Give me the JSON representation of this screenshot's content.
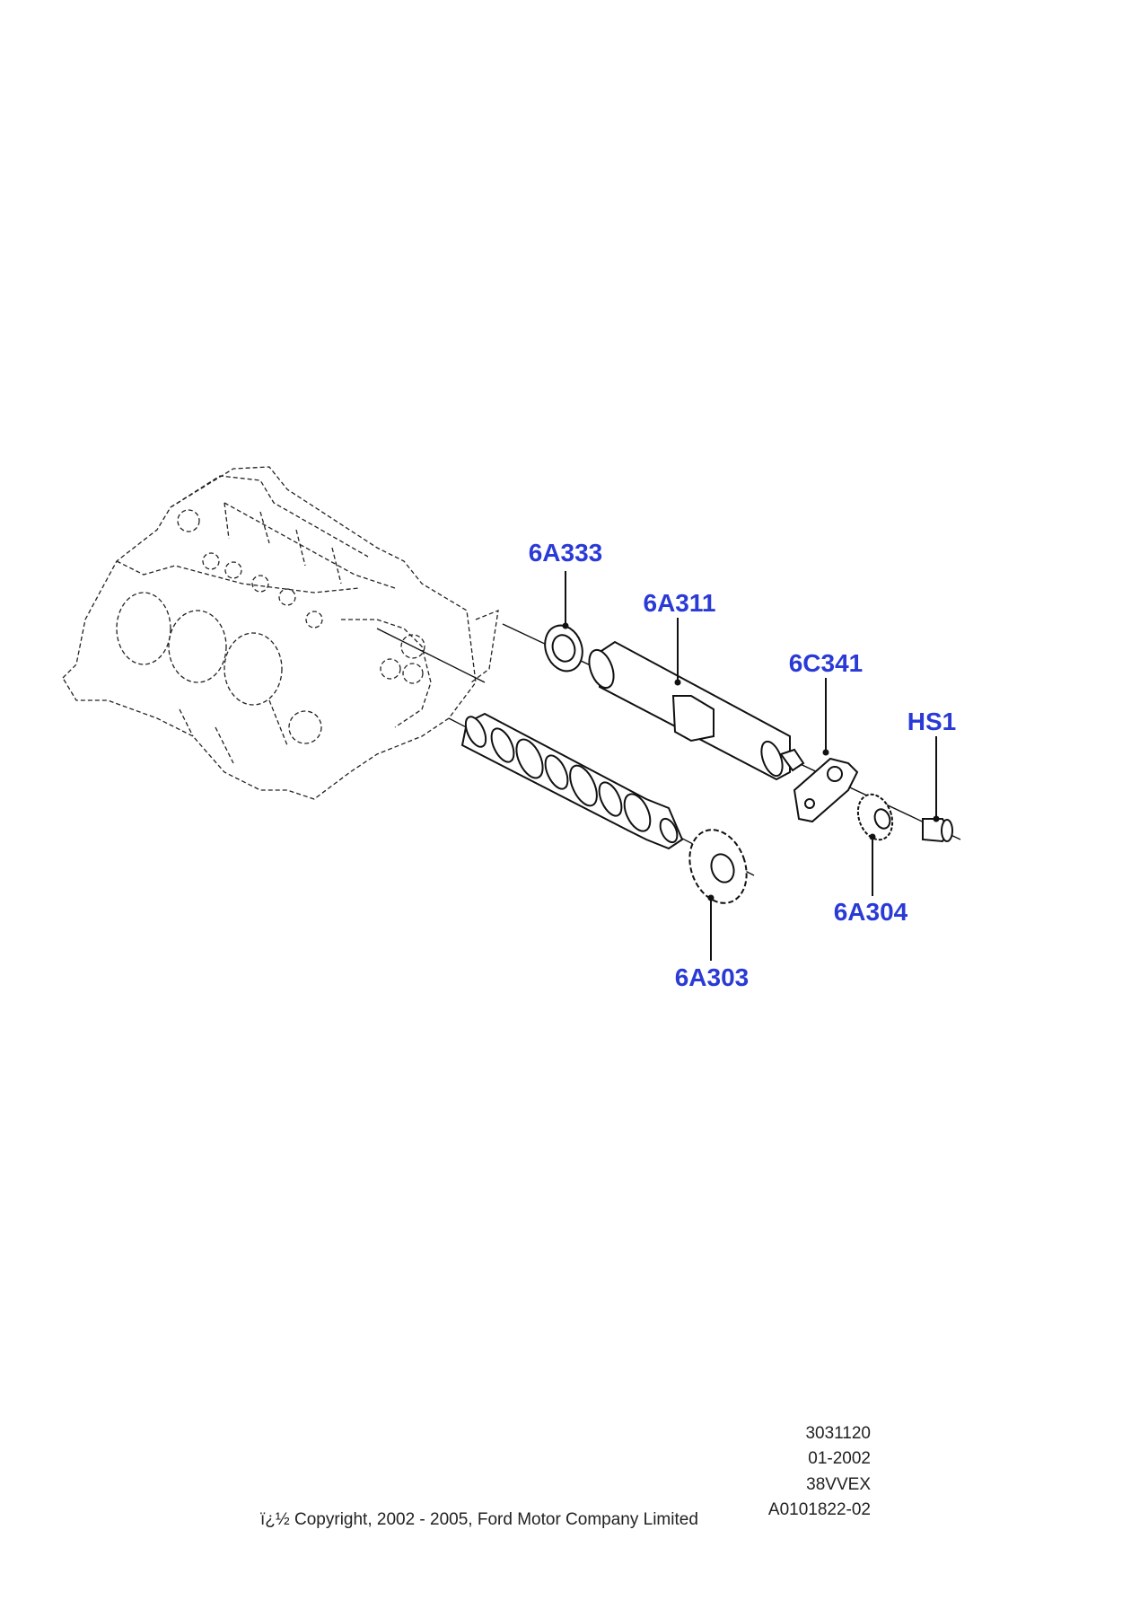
{
  "callouts": {
    "part_6A333": "6A333",
    "part_6A311": "6A311",
    "part_6C341": "6C341",
    "part_HS1": "HS1",
    "part_6A304": "6A304",
    "part_6A303": "6A303"
  },
  "reference": {
    "line1": "3031120",
    "line2": "01-2002",
    "line3": "38VVEX",
    "line4": "A0101822-02"
  },
  "copyright": "ï¿½ Copyright, 2002 - 2005, Ford Motor Company Limited",
  "colors": {
    "callout_text": "#2a3ad6",
    "line": "#111111"
  }
}
